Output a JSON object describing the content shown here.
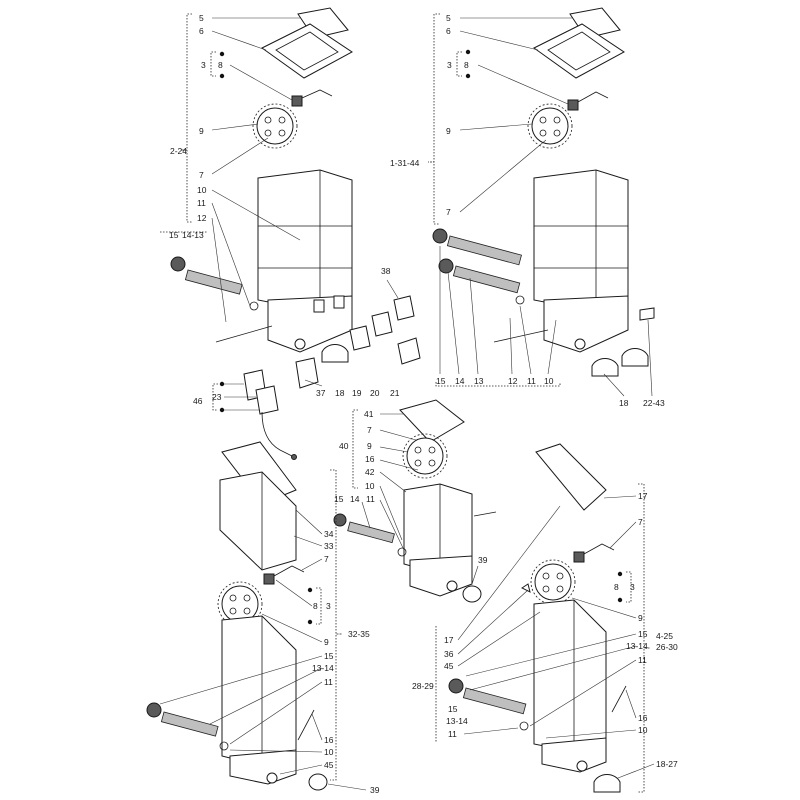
{
  "diagram": {
    "groups": {
      "tl": "2-24",
      "tr": "1-31-44",
      "bl": "32-35",
      "br1": "4-25",
      "br2": "26-30"
    },
    "callouts": {
      "tl": [
        "5",
        "6",
        "3",
        "8",
        "9",
        "7",
        "10",
        "11",
        "12",
        "15",
        "14-13",
        "38",
        "37",
        "18",
        "19",
        "20",
        "21"
      ],
      "tr": [
        "5",
        "6",
        "3",
        "8",
        "9",
        "7",
        "15",
        "14",
        "13",
        "12",
        "11",
        "10",
        "18",
        "22-43"
      ],
      "ml": [
        "46",
        "23"
      ],
      "mc": [
        "41",
        "7",
        "40",
        "9",
        "16",
        "42",
        "10",
        "15",
        "14",
        "11",
        "39"
      ],
      "bl": [
        "34",
        "33",
        "7",
        "8",
        "3",
        "9",
        "15",
        "13-14",
        "11",
        "16",
        "10",
        "45",
        "39"
      ],
      "br": [
        "17",
        "7",
        "8",
        "3",
        "9",
        "17",
        "36",
        "45",
        "15",
        "13-14",
        "11",
        "28-29",
        "15",
        "13-14",
        "11",
        "16",
        "10",
        "18-27"
      ]
    }
  }
}
